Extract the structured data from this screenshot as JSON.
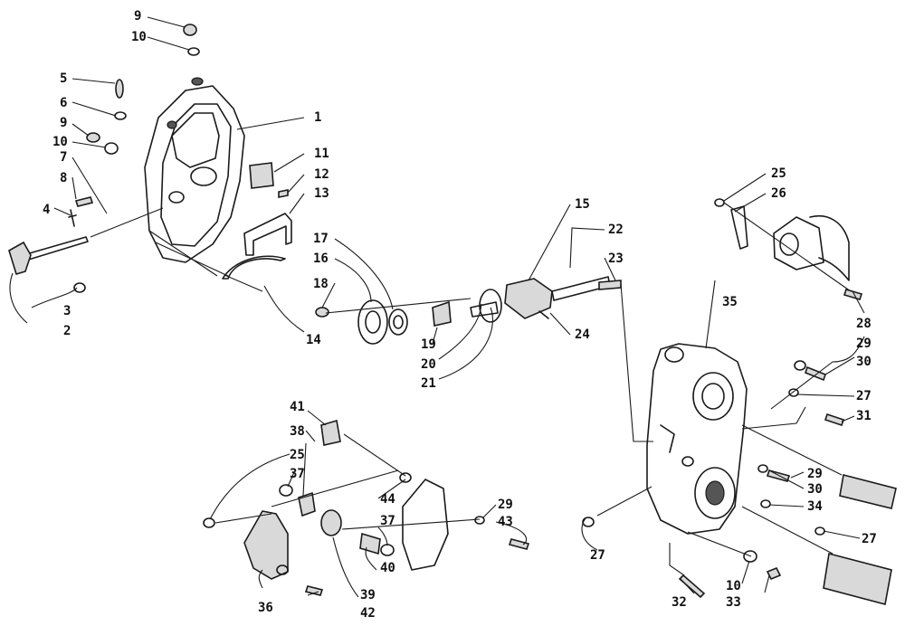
{
  "callouts": {
    "c1": "1",
    "c2": "2",
    "c3": "3",
    "c4": "4",
    "c5": "5",
    "c6": "6",
    "c7": "7",
    "c8": "8",
    "c9a": "9",
    "c9b": "9",
    "c10a": "10",
    "c10b": "10",
    "c10c": "10",
    "c11": "11",
    "c12": "12",
    "c13": "13",
    "c14": "14",
    "c15": "15",
    "c16": "16",
    "c17": "17",
    "c18": "18",
    "c19": "19",
    "c20": "20",
    "c21": "21",
    "c22": "22",
    "c23": "23",
    "c24": "24",
    "c25a": "25",
    "c25b": "25",
    "c26": "26",
    "c27a": "27",
    "c27b": "27",
    "c27c": "27",
    "c28": "28",
    "c29a": "29",
    "c29b": "29",
    "c29c": "29",
    "c30a": "30",
    "c30b": "30",
    "c31": "31",
    "c32": "32",
    "c33": "33",
    "c34": "34",
    "c35": "35",
    "c36": "36",
    "c37a": "37",
    "c37b": "37",
    "c38": "38",
    "c39": "39",
    "c40": "40",
    "c41": "41",
    "c42": "42",
    "c43": "43",
    "c44": "44"
  }
}
